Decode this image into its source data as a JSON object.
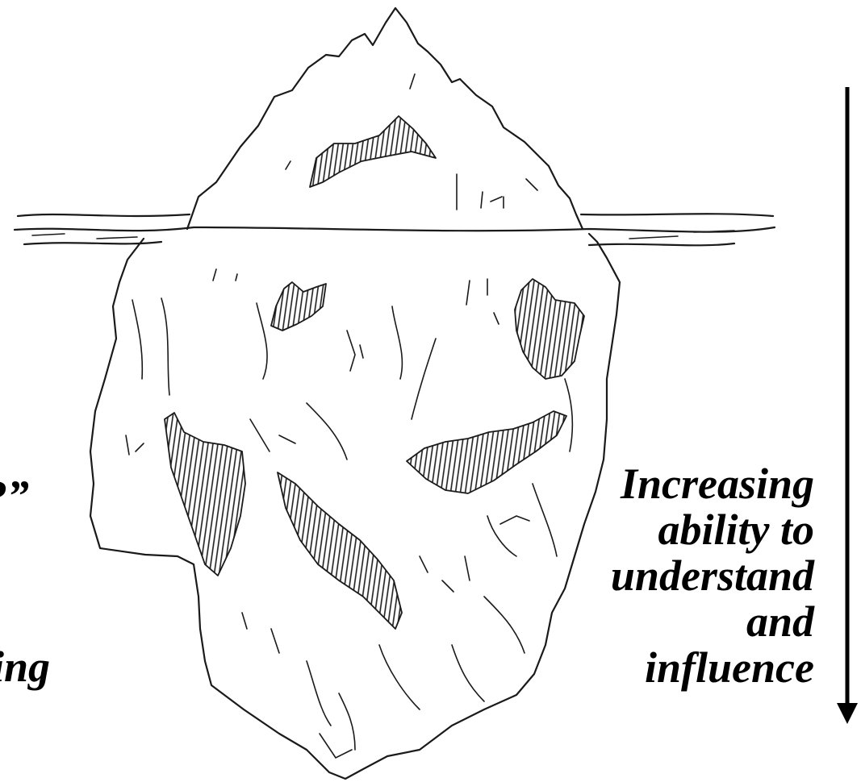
{
  "depth_arrow": {
    "label_lines": [
      "Increasing",
      "ability to",
      "understand",
      "and",
      "influence"
    ]
  },
  "cut_off_text": {
    "line_1": "?”",
    "line_2": "ing"
  },
  "colors": {
    "ink": "#1a1a1a",
    "background": "#ffffff"
  }
}
